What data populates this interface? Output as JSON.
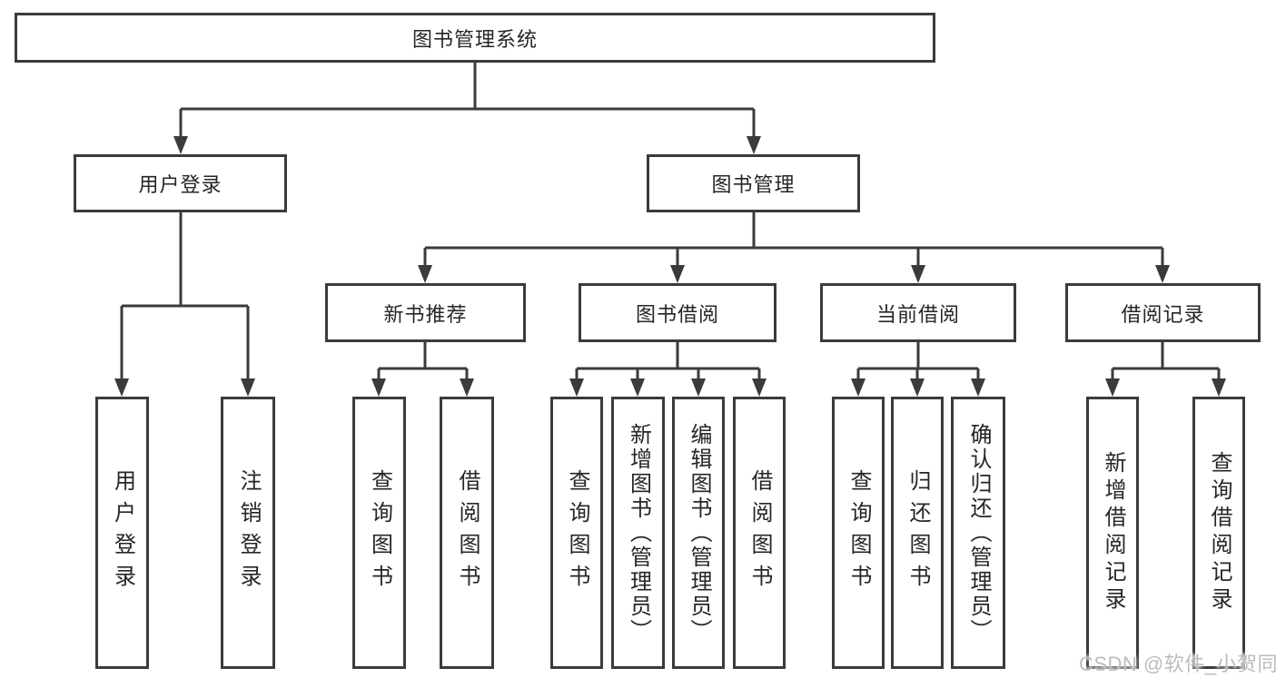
{
  "tree": {
    "label": "图书管理系统",
    "children": [
      {
        "label": "用户登录",
        "children": [
          {
            "label": "用户登录"
          },
          {
            "label": "注销登录"
          }
        ]
      },
      {
        "label": "图书管理",
        "children": [
          {
            "label": "新书推荐",
            "children": [
              {
                "label": "查询图书"
              },
              {
                "label": "借阅图书"
              }
            ]
          },
          {
            "label": "图书借阅",
            "children": [
              {
                "label": "查询图书"
              },
              {
                "label": "新增图书（管理员）"
              },
              {
                "label": "编辑图书（管理员）"
              },
              {
                "label": "借阅图书"
              }
            ]
          },
          {
            "label": "当前借阅",
            "children": [
              {
                "label": "查询图书"
              },
              {
                "label": "归还图书"
              },
              {
                "label": "确认归还（管理员）"
              }
            ]
          },
          {
            "label": "借阅记录",
            "children": [
              {
                "label": "新增借阅记录"
              },
              {
                "label": "查询借阅记录"
              }
            ]
          }
        ]
      }
    ]
  },
  "watermark": {
    "text": "CSDN @软件_小贺同学"
  },
  "colors": {
    "line": "#3b3b3b",
    "text": "#262626",
    "watermark": "#bcbcbc",
    "background": "#ffffff"
  }
}
